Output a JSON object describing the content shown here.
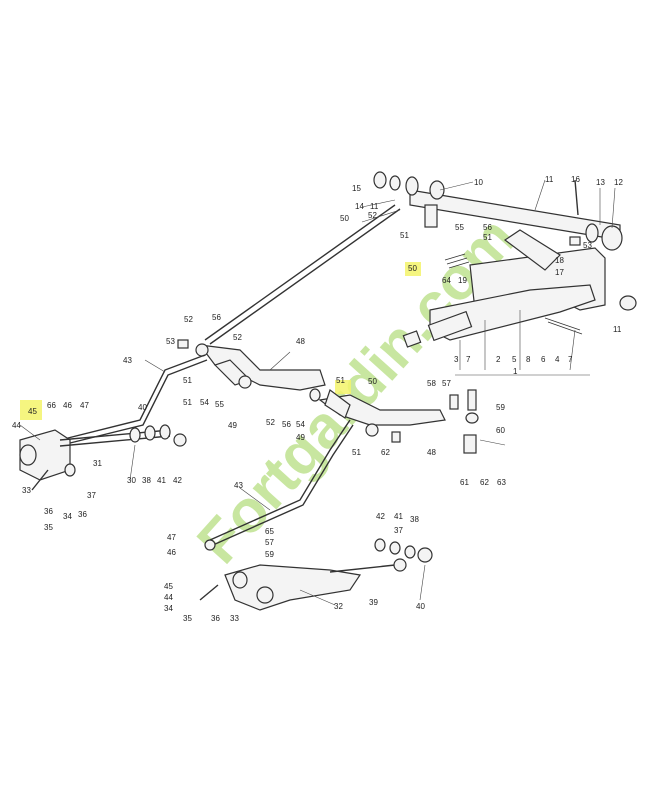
{
  "diagram": {
    "callouts": {
      "c15a": "15",
      "c14": "14",
      "c11a": "11",
      "c52a": "52",
      "c50": "50",
      "c10": "10",
      "c11b": "11",
      "c16": "16",
      "c13": "13",
      "c12": "12",
      "c56a": "56",
      "c51a": "51",
      "c55": "55",
      "c51b": "51",
      "c53": "53",
      "c18": "18",
      "c17a": "17",
      "c50b": "50",
      "c64": "64",
      "c19": "19",
      "c11c": "11",
      "c3": "3",
      "c7a": "7",
      "c2": "2",
      "c5": "5",
      "c8": "8",
      "c6": "6",
      "c4": "4",
      "c7b": "7",
      "c1": "1",
      "c52b": "52",
      "c56b": "56",
      "c52c": "52",
      "c51c": "51",
      "c53b": "53",
      "c54": "54",
      "c55b": "55",
      "c49": "49",
      "c48": "48",
      "c43a": "43",
      "c45": "45",
      "c44": "44",
      "c66": "66",
      "c46": "46",
      "c47": "47",
      "c40": "40",
      "c33": "33",
      "c36a": "36",
      "c35": "35",
      "c34": "34",
      "c36b": "36",
      "c37": "37",
      "c31": "31",
      "c30": "30",
      "c38a": "38",
      "c41a": "41",
      "c42a": "42",
      "c51d": "51",
      "c50c": "50",
      "c52d": "52",
      "c56c": "56",
      "c54b": "54",
      "c49b": "49",
      "c58": "58",
      "c57a": "57",
      "c59": "59",
      "c60": "60",
      "c51e": "51",
      "c62a": "62",
      "c48b": "48",
      "c61": "61",
      "c62b": "62",
      "c63": "63",
      "c43b": "43",
      "c47b": "47",
      "c46b": "46",
      "c65": "65",
      "c57b": "57",
      "c59b": "59",
      "c45b": "45",
      "c44b": "44",
      "c34b": "34",
      "c35b": "35",
      "c36c": "36",
      "c33b": "33",
      "c32": "32",
      "c42b": "42",
      "c41b": "41",
      "c38b": "38",
      "c37b": "37",
      "c39": "39",
      "c40b": "40"
    },
    "watermark": "Fortgardin.com",
    "highlight_color": "#f3f36a",
    "watermark_color_green": "#c8e6a0",
    "watermark_color_orange": "#f6c48a"
  }
}
